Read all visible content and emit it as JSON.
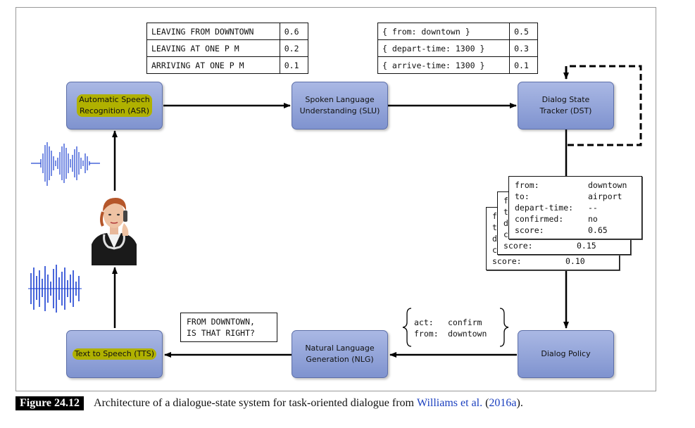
{
  "nodes": {
    "asr": "Automatic Speech\nRecognition (ASR)",
    "slu": "Spoken Language\nUnderstanding (SLU)",
    "dst": "Dialog State\nTracker (DST)",
    "policy": "Dialog Policy",
    "nlg": "Natural Language\nGeneration (NLG)",
    "tts": "Text to Speech (TTS)"
  },
  "asr_hypotheses": [
    {
      "text": "LEAVING FROM DOWNTOWN",
      "score": "0.6"
    },
    {
      "text": "LEAVING AT ONE P M",
      "score": "0.2"
    },
    {
      "text": "ARRIVING AT ONE P M",
      "score": "0.1"
    }
  ],
  "slu_hypotheses": [
    {
      "text": "{ from: downtown }",
      "score": "0.5"
    },
    {
      "text": "{ depart-time: 1300 }",
      "score": "0.3"
    },
    {
      "text": "{ arrive-time: 1300 }",
      "score": "0.1"
    }
  ],
  "state_cards": {
    "front": [
      {
        "k": "from:",
        "v": "downtown"
      },
      {
        "k": "to:",
        "v": "airport"
      },
      {
        "k": "depart-time:",
        "v": "--"
      },
      {
        "k": "confirmed:",
        "v": "no"
      },
      {
        "k": "score:",
        "v": "0.65"
      }
    ],
    "middle_score": {
      "k": "score:",
      "v": "0.15"
    },
    "back_score": {
      "k": "score:",
      "v": "0.10"
    }
  },
  "dialog_act": [
    {
      "k": "act:",
      "v": "confirm"
    },
    {
      "k": "from:",
      "v": "downtown"
    }
  ],
  "system_utterance": "FROM DOWNTOWN,\nIS THAT RIGHT?",
  "caption": {
    "label": "Figure 24.12",
    "text": "Architecture of a dialogue-state system for task-oriented dialogue from ",
    "cite_authors": "Williams et al.",
    "cite_year": "2016a",
    "pre_year": " (",
    "post_year": ")."
  },
  "colors": {
    "node_fill": "#8fa0d8",
    "highlight": "#b0b100",
    "wave": "#1a3fd0",
    "citation": "#1a3fbf"
  }
}
